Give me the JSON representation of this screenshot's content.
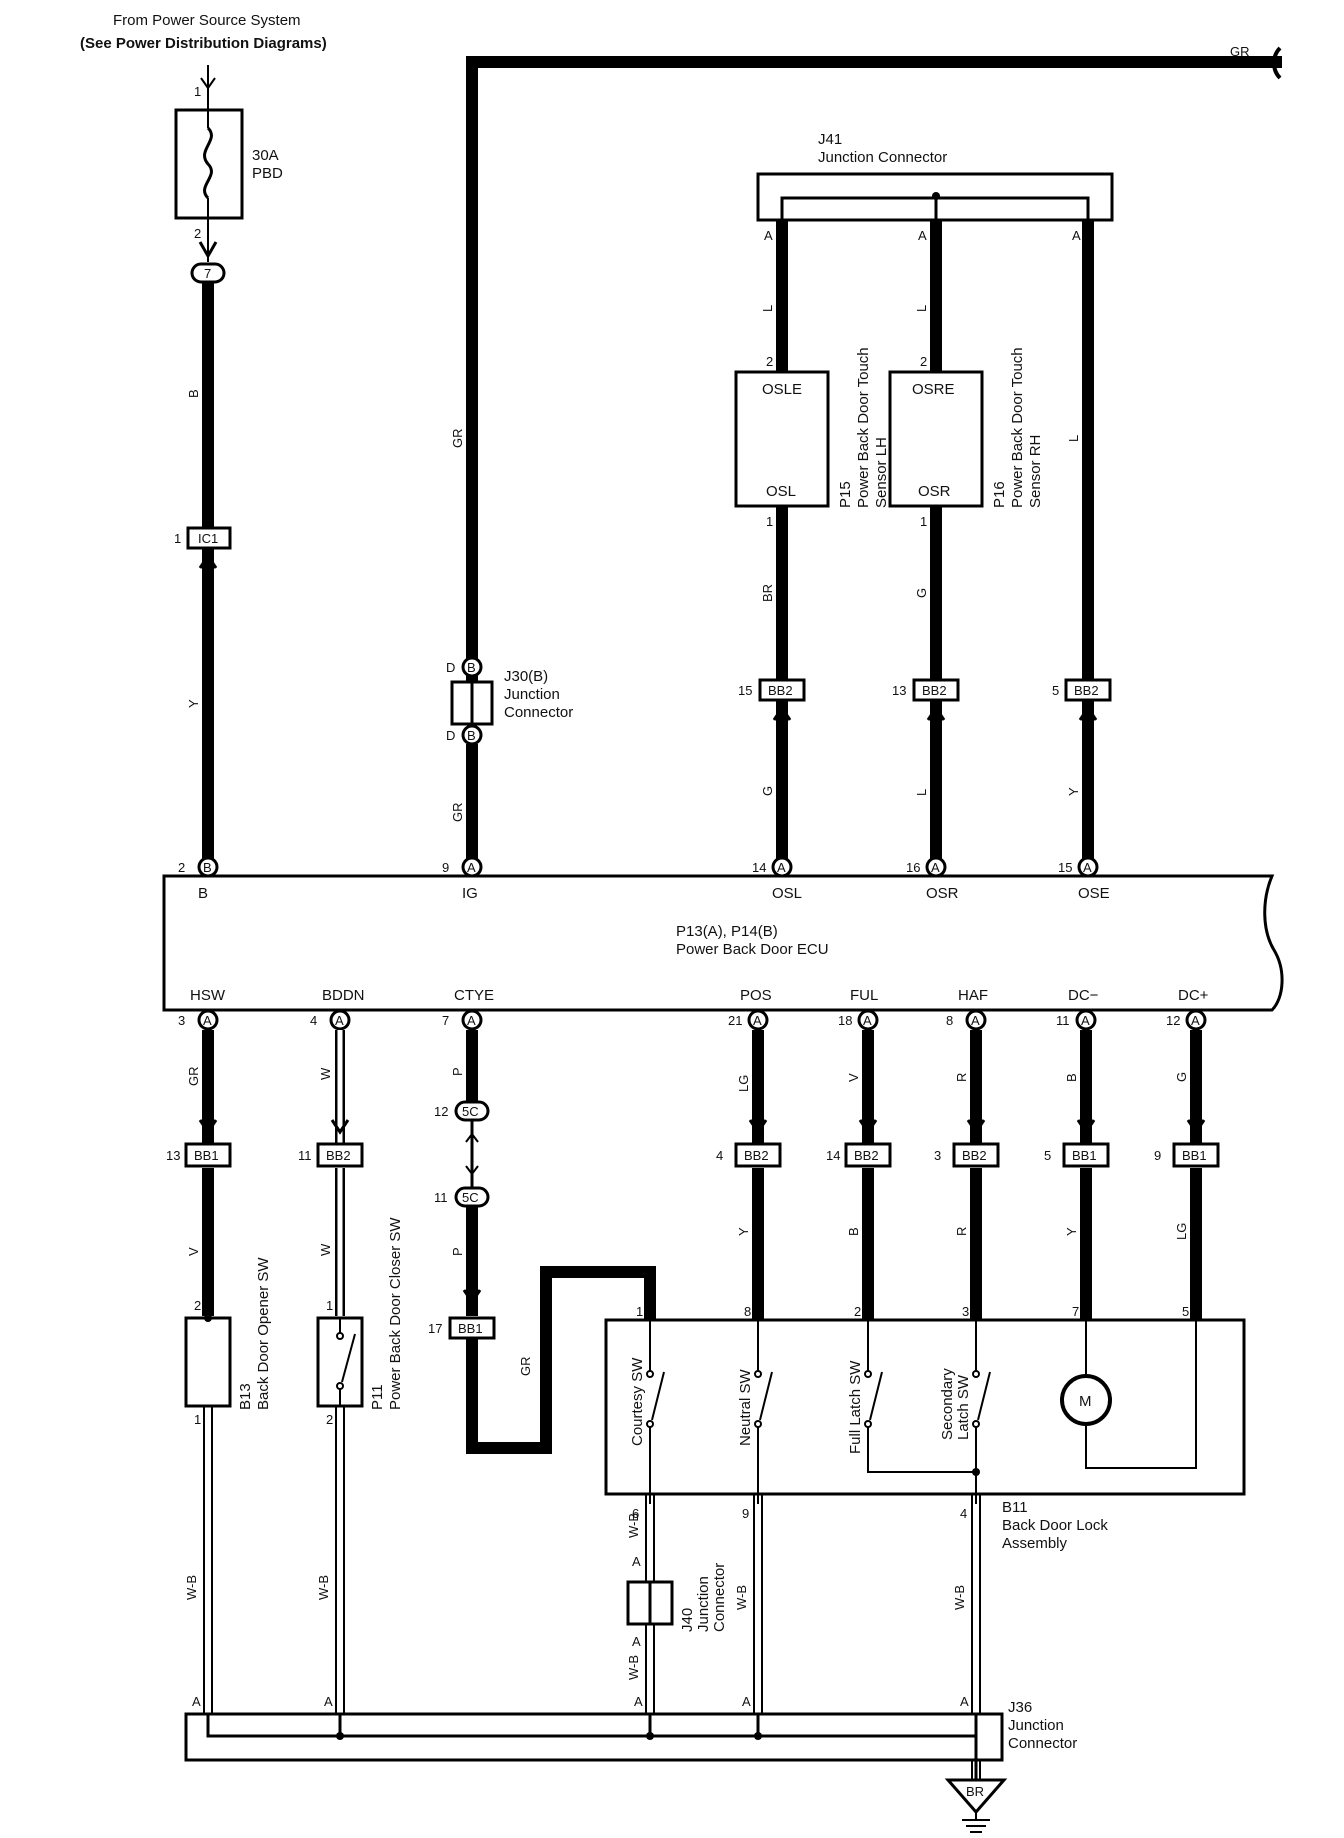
{
  "header": {
    "line1": "From Power Source System",
    "line2": "(See Power Distribution Diagrams)"
  },
  "fuse": {
    "rating": "30A",
    "name": "PBD",
    "pin_in": "1",
    "pin_out": "2"
  },
  "connector_7": "7",
  "connector_ic1": {
    "name": "IC1",
    "pin": "1"
  },
  "wire_colors": {
    "b": "B",
    "y": "Y",
    "gr": "GR",
    "l": "L",
    "br": "BR",
    "g": "G",
    "lg": "LG",
    "w": "W",
    "v": "V",
    "p": "P",
    "r": "R",
    "wb": "W-B"
  },
  "j30": {
    "name": "J30(B)",
    "desc1": "Junction",
    "desc2": "Connector",
    "pin": "D",
    "letter": "B"
  },
  "j41": {
    "name": "J41",
    "desc": "Junction Connector",
    "pin": "A"
  },
  "sensor_lh": {
    "top": "OSLE",
    "bottom": "OSL",
    "id": "P15",
    "desc1": "Power Back Door Touch",
    "desc2": "Sensor LH",
    "pin_top": "2",
    "pin_bottom": "1"
  },
  "sensor_rh": {
    "top": "OSRE",
    "bottom": "OSR",
    "id": "P16",
    "desc1": "Power Back Door Touch",
    "desc2": "Sensor RH",
    "pin_top": "2",
    "pin_bottom": "1"
  },
  "bb_upper": [
    {
      "pin": "15",
      "name": "BB2"
    },
    {
      "pin": "13",
      "name": "BB2"
    },
    {
      "pin": "5",
      "name": "BB2"
    }
  ],
  "ecu": {
    "title1": "P13(A), P14(B)",
    "title2": "Power Back Door ECU",
    "top_terms": [
      {
        "pin": "2",
        "conn": "B",
        "name": "B"
      },
      {
        "pin": "9",
        "conn": "A",
        "name": "IG"
      },
      {
        "pin": "14",
        "conn": "A",
        "name": "OSL"
      },
      {
        "pin": "16",
        "conn": "A",
        "name": "OSR"
      },
      {
        "pin": "15",
        "conn": "A",
        "name": "OSE"
      }
    ],
    "bottom_terms": [
      {
        "pin": "3",
        "conn": "A",
        "name": "HSW"
      },
      {
        "pin": "4",
        "conn": "A",
        "name": "BDDN"
      },
      {
        "pin": "7",
        "conn": "A",
        "name": "CTYE"
      },
      {
        "pin": "21",
        "conn": "A",
        "name": "POS"
      },
      {
        "pin": "18",
        "conn": "A",
        "name": "FUL"
      },
      {
        "pin": "8",
        "conn": "A",
        "name": "HAF"
      },
      {
        "pin": "11",
        "conn": "A",
        "name": "DC−"
      },
      {
        "pin": "12",
        "conn": "A",
        "name": "DC+"
      }
    ]
  },
  "bb_lower": [
    {
      "pin": "13",
      "name": "BB1"
    },
    {
      "pin": "11",
      "name": "BB2"
    },
    {
      "pin": "4",
      "name": "BB2"
    },
    {
      "pin": "14",
      "name": "BB2"
    },
    {
      "pin": "3",
      "name": "BB2"
    },
    {
      "pin": "5",
      "name": "BB1"
    },
    {
      "pin": "9",
      "name": "BB1"
    }
  ],
  "conn_5c": {
    "name": "5C",
    "pin_a": "12",
    "pin_b": "11"
  },
  "conn_bb1_17": {
    "pin": "17",
    "name": "BB1"
  },
  "b13": {
    "id": "B13",
    "desc": "Back Door Opener SW",
    "pin_top": "2",
    "pin_bottom": "1"
  },
  "p11": {
    "id": "P11",
    "desc": "Power Back Door Closer SW",
    "pin_top": "1",
    "pin_bottom": "2"
  },
  "b11": {
    "id": "B11",
    "desc1": "Back Door Lock",
    "desc2": "Assembly",
    "top_pins": [
      "1",
      "8",
      "2",
      "3",
      "7",
      "5"
    ],
    "bottom_pins": [
      "6",
      "9",
      "4"
    ],
    "sw_courtesy": "Courtesy SW",
    "sw_neutral": "Neutral SW",
    "sw_full1": "Full Latch SW",
    "sw_sec1": "Secondary",
    "sw_sec2": "Latch SW",
    "motor": "M"
  },
  "j40": {
    "id": "J40",
    "desc1": "Junction",
    "desc2": "Connector",
    "pin": "A"
  },
  "j36": {
    "id": "J36",
    "desc1": "Junction",
    "desc2": "Connector",
    "pin": "A"
  },
  "ground": "BR"
}
